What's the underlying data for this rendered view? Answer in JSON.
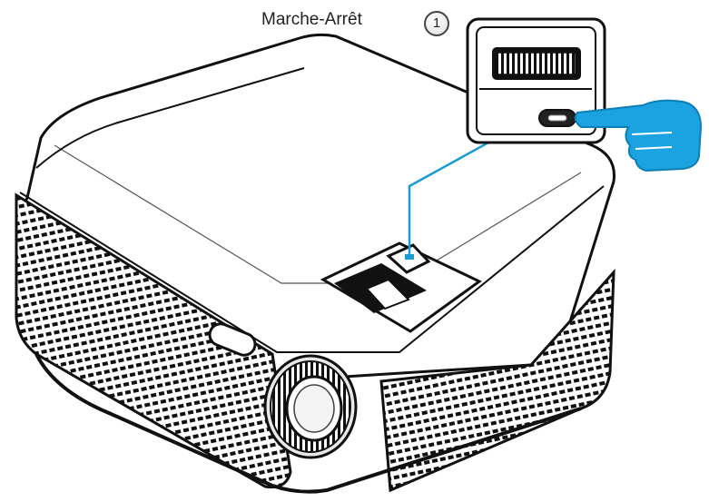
{
  "callout": {
    "label": "Marche-Arrêt",
    "step_number": "1"
  },
  "colors": {
    "leader_line": "#1b9bd6",
    "hand": "#1aa3e0",
    "body_outline": "#111111"
  },
  "icons": [
    "projector",
    "power-button",
    "focus-wheel",
    "pointing-hand",
    "lens"
  ]
}
